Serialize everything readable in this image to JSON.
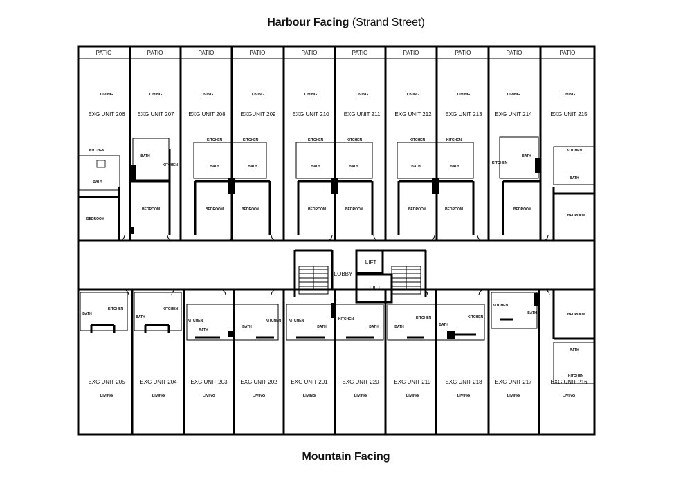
{
  "header": {
    "title_bold": "Harbour Facing",
    "title_rest": "(Strand Street)"
  },
  "footer": {
    "title": "Mountain Facing"
  },
  "labels": {
    "patio": "PATIO",
    "living": "LIVING",
    "kitchen": "KITCHEN",
    "bath": "BATH",
    "bedroom": "BEDROOM",
    "lobby": "LOBBY",
    "lift": "LIFT"
  },
  "top_units": [
    {
      "name": "EXG UNIT 206",
      "patio": "PATIO",
      "living": "LIVING"
    },
    {
      "name": "EXG UNIT 207",
      "patio": "PATIO",
      "living": "LIVING"
    },
    {
      "name": "EXG UNIT 208",
      "patio": "PATIO",
      "living": "LIVING"
    },
    {
      "name": "EXGUNIT 209",
      "patio": "PATIO",
      "living": "LIVING"
    },
    {
      "name": "EXG UNIT 210",
      "patio": "PATIO",
      "living": "LIVING"
    },
    {
      "name": "EXG UNIT 211",
      "patio": "PATIO",
      "living": "LIVING"
    },
    {
      "name": "EXG UNIT 212",
      "patio": "PATIO",
      "living": "LIVING"
    },
    {
      "name": "EXG UNIT 213",
      "patio": "PATIO",
      "living": "LIVING"
    },
    {
      "name": "EXG UNIT 214",
      "patio": "PATIO",
      "living": "LIVING"
    },
    {
      "name": "EXG UNIT 215",
      "patio": "PATIO",
      "living": "LIVING"
    }
  ],
  "bottom_units": [
    {
      "name": "EXG UNIT 205",
      "living": "LIVING"
    },
    {
      "name": "EXG UNIT 204",
      "living": "LIVING"
    },
    {
      "name": "EXG UNIT 203",
      "living": "LIVING"
    },
    {
      "name": "EXG UNIT 202",
      "living": "LIVING"
    },
    {
      "name": "EXG UNIT 201",
      "living": "LIVING"
    },
    {
      "name": "EXG UNIT 220",
      "living": "LIVING"
    },
    {
      "name": "EXG UNIT 219",
      "living": "LIVING"
    },
    {
      "name": "EXG UNIT 218",
      "living": "LIVING"
    },
    {
      "name": "EXG UNIT 217",
      "living": "LIVING"
    },
    {
      "name": "EXG UNIT 216",
      "living": "LIVING"
    }
  ]
}
